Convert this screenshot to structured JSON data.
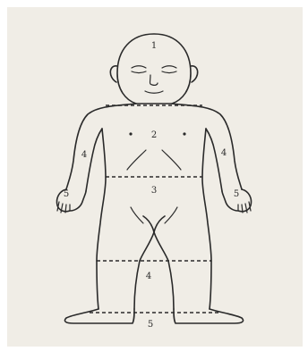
{
  "regions": [
    {
      "id": "head",
      "label": "1"
    },
    {
      "id": "trunk",
      "label": "2"
    },
    {
      "id": "lower-trunk",
      "label": "3"
    },
    {
      "id": "arm-left",
      "label": "4"
    },
    {
      "id": "arm-right",
      "label": "4"
    },
    {
      "id": "hand-left",
      "label": "5"
    },
    {
      "id": "hand-right",
      "label": "5"
    },
    {
      "id": "leg",
      "label": "4"
    },
    {
      "id": "foot",
      "label": "5"
    }
  ],
  "colors": {
    "ink": "#2a2a2a",
    "paper": "#f0ede6"
  }
}
